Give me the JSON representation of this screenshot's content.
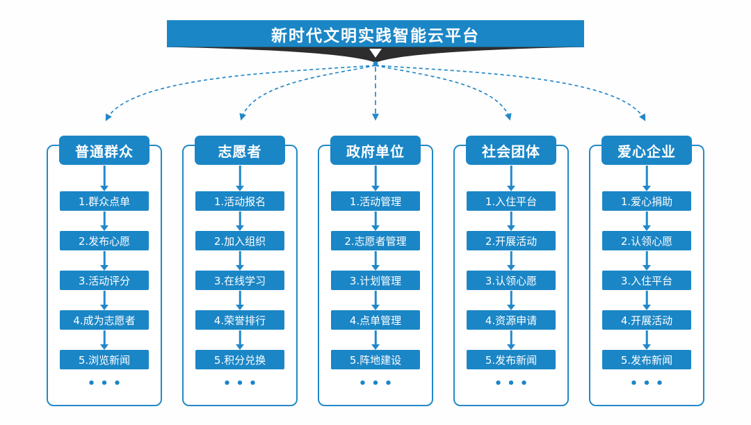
{
  "title": "新时代文明实践智能云平台",
  "more": "•••",
  "colors": {
    "primary_blue": "#1b86c6",
    "connector_blue": "#2288c9",
    "banner_dark": "#2d2d2d",
    "text_on_blue": "#ffffff",
    "background": "#ffffff"
  },
  "icons": {
    "banner_arrow": "down-triangle",
    "flow_arrow": "down-arrow",
    "connector_style": "dashed-curve-with-arrowhead"
  },
  "columns": [
    {
      "id": "general-public",
      "header": "普通群众",
      "steps": [
        "1.群众点单",
        "2.发布心愿",
        "3.活动评分",
        "4.成为志愿者",
        "5.浏览新闻"
      ]
    },
    {
      "id": "volunteers",
      "header": "志愿者",
      "steps": [
        "1.活动报名",
        "2.加入组织",
        "3.在线学习",
        "4.荣誉排行",
        "5.积分兑换"
      ]
    },
    {
      "id": "government-unit",
      "header": "政府单位",
      "steps": [
        "1.活动管理",
        "2.志愿者管理",
        "3.计划管理",
        "4.点单管理",
        "5.阵地建设"
      ]
    },
    {
      "id": "social-group",
      "header": "社会团体",
      "steps": [
        "1.入住平台",
        "2.开展活动",
        "3.认领心愿",
        "4.资源申请",
        "5.发布新闻"
      ]
    },
    {
      "id": "caring-enterprise",
      "header": "爱心企业",
      "steps": [
        "1.爱心捐助",
        "2.认领心愿",
        "3.入住平台",
        "4.开展活动",
        "5.发布新闻"
      ]
    }
  ]
}
